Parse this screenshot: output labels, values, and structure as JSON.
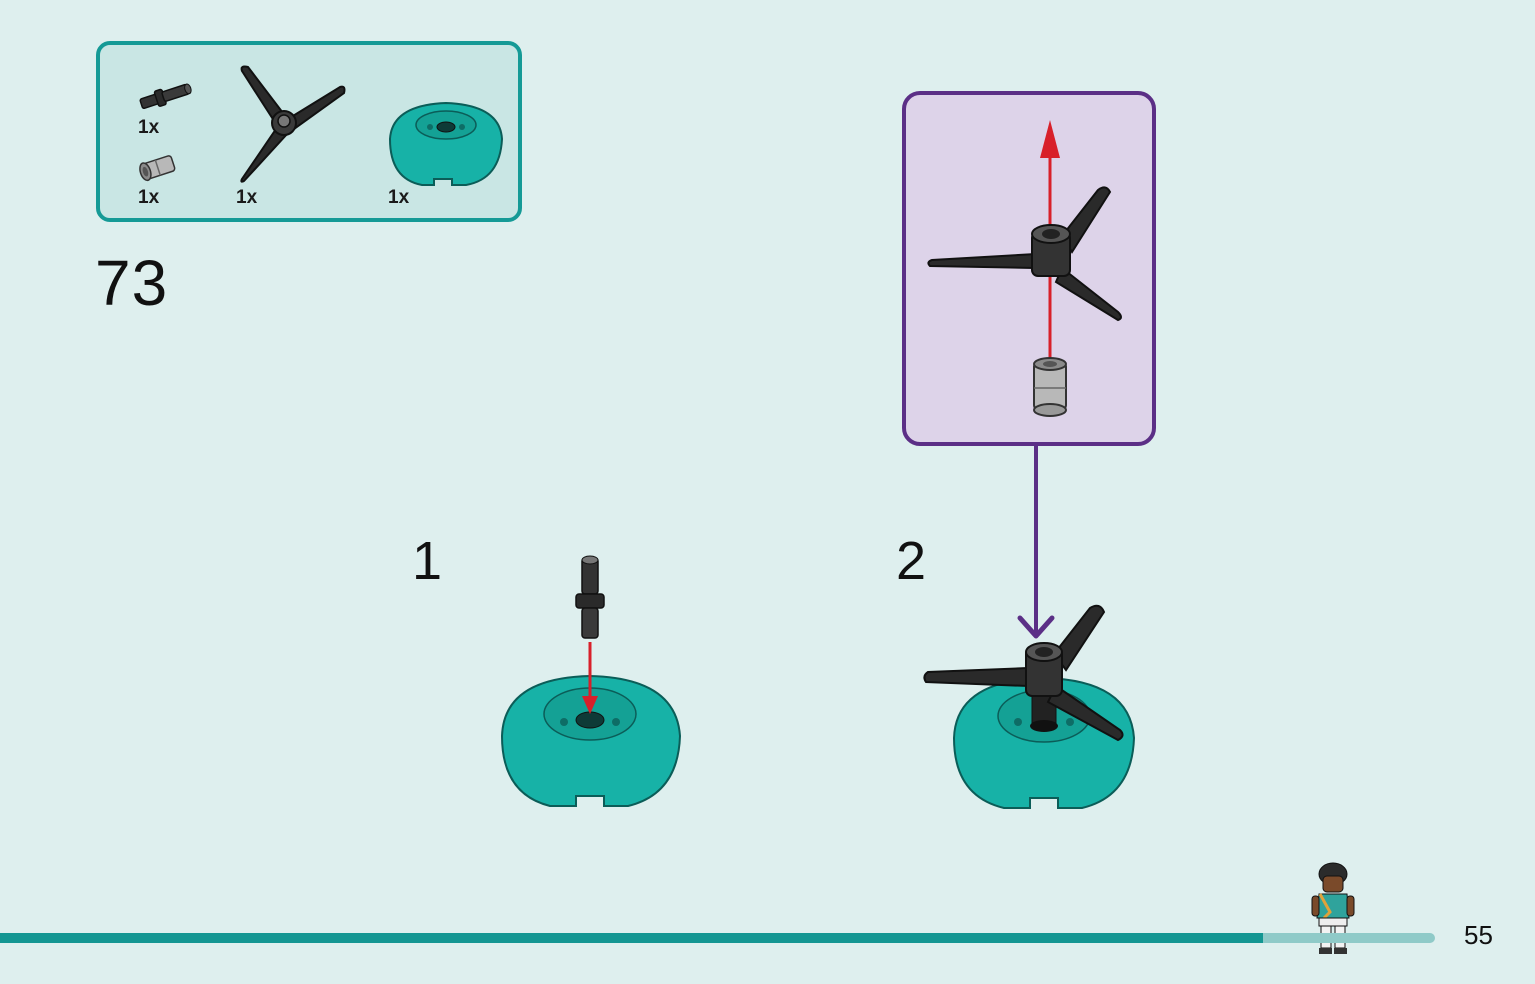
{
  "parts": [
    {
      "name": "axle-connector",
      "qty": "1x"
    },
    {
      "name": "pin-connector",
      "qty": "1x"
    },
    {
      "name": "propeller",
      "qty": "1x"
    },
    {
      "name": "dome-base",
      "qty": "1x"
    }
  ],
  "step": {
    "number": "73"
  },
  "substeps": [
    {
      "number": "1"
    },
    {
      "number": "2"
    }
  ],
  "page": {
    "number": "55",
    "progress": 0.88
  },
  "colors": {
    "background": "#deefee",
    "parts_border": "#159a96",
    "teal_piece": "#17b2a7",
    "callout_border": "#5b2f86",
    "callout_fill": "#ddd3e9",
    "arrow_red": "#d8202a",
    "progress": "#139692"
  }
}
